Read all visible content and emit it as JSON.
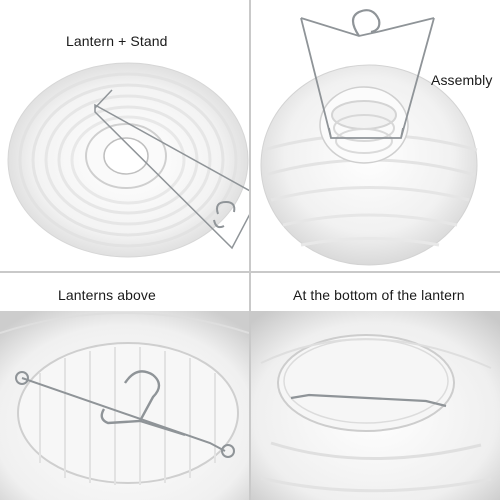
{
  "panels": {
    "top_left": {
      "caption": "Lantern + Stand"
    },
    "top_right": {
      "caption": "Assembly"
    },
    "bottom_left": {
      "caption": "Lanterns above"
    },
    "bottom_right": {
      "caption": "At the bottom of the lantern"
    }
  },
  "colors": {
    "paper": "#f4f4f4",
    "paper_shadow": "#d9d9d9",
    "rib": "#e2e2e2",
    "wire": "#8f9498",
    "divider": "#c9c9c9",
    "text": "#1a1a1a"
  }
}
